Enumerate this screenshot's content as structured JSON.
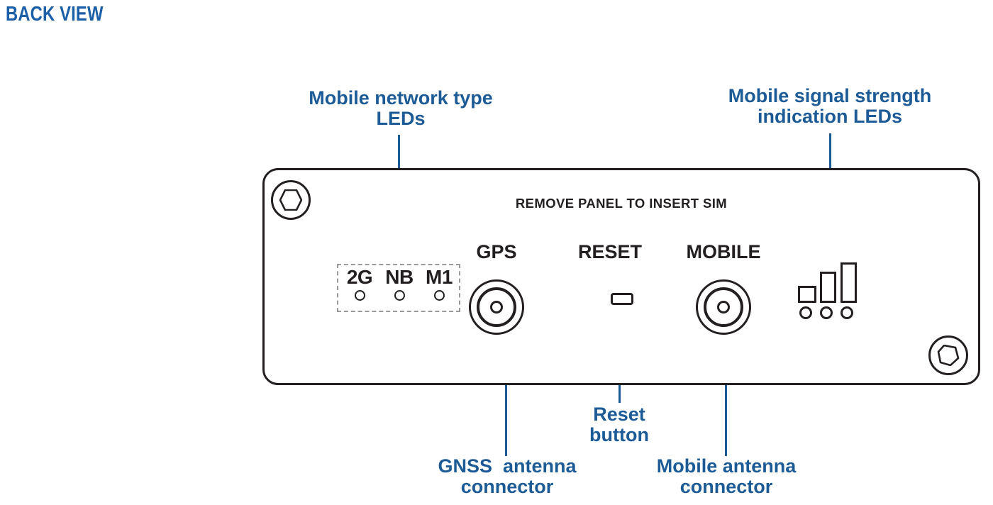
{
  "title": "BACK VIEW",
  "panel": {
    "header": "REMOVE PANEL TO INSERT SIM",
    "port_captions": {
      "gps": "GPS",
      "reset": "RESET",
      "mobile": "MOBILE"
    },
    "network_leds": [
      {
        "label": "2G"
      },
      {
        "label": "NB"
      },
      {
        "label": "M1"
      }
    ],
    "signal_leds": {
      "bars": 3,
      "indicators": 3
    },
    "screws": 2
  },
  "callouts": {
    "network_leds": "Mobile network type\nLEDs",
    "signal_leds": "Mobile signal strength\nindication LEDs",
    "gnss_connector": "GNSS  antenna\nconnector",
    "reset_button": "Reset\nbutton",
    "mobile_connector": "Mobile antenna\nconnector"
  },
  "colors": {
    "callout_blue": "#1c5b96",
    "title_blue": "#1b5fa8",
    "outline_black": "#231f20",
    "dashed_gray": "#9a9a9a",
    "background": "#ffffff"
  }
}
